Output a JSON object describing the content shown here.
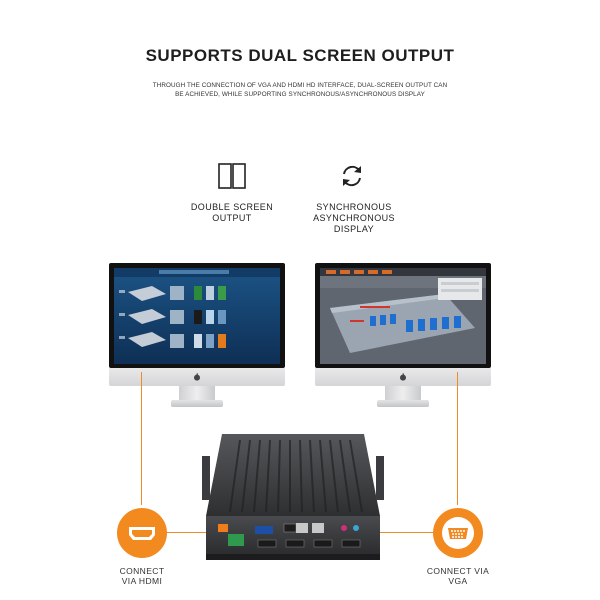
{
  "header": {
    "title": "SUPPORTS DUAL SCREEN OUTPUT",
    "subtitle_line1": "THROUGH THE CONNECTION OF VGA AND HDMI HD INTERFACE, DUAL-SCREEN OUTPUT CAN",
    "subtitle_line2": "BE ACHIEVED, WHILE SUPPORTING SYNCHRONOUS/ASYNCHRONOUS DISPLAY"
  },
  "features": [
    {
      "icon": "double-screen-icon",
      "line1": "DOUBLE SCREEN",
      "line2": "OUTPUT"
    },
    {
      "icon": "sync-arrows-icon",
      "line1": "SYNCHRONOUS",
      "line2": "ASYNCHRONOUS",
      "line3": "DISPLAY"
    }
  ],
  "connections": [
    {
      "icon": "hdmi-port-icon",
      "line1": "CONNECT",
      "line2": "VIA HDMI"
    },
    {
      "icon": "vga-port-icon",
      "line1": "CONNECT VIA",
      "line2": "VGA"
    }
  ],
  "colors": {
    "accent": "#f28a1f",
    "screen_bg": "#1c4f7a",
    "device_body": "#3a3b3d"
  }
}
